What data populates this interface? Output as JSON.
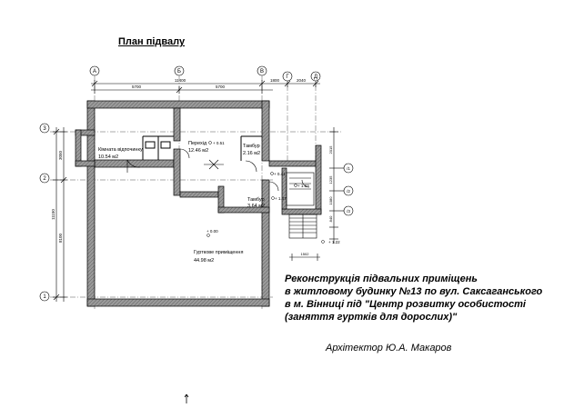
{
  "title": "План підвалу",
  "axes": {
    "letters": [
      "А",
      "Б",
      "В",
      "Г",
      "Д"
    ],
    "numbers": [
      "3",
      "2",
      "1"
    ],
    "right_marks": [
      "/1",
      "/2",
      "/3"
    ]
  },
  "dimensions": {
    "top_total": "11400",
    "top_ab": "5700",
    "top_bv": "5700",
    "top_vg": "1800",
    "top_gd": "2040",
    "left_total": "11150",
    "left_32": "3050",
    "left_21": "8100",
    "right_a": "2015",
    "right_b": "1235",
    "right_c": "1080",
    "right_d": "840",
    "bottom_stair": "1502"
  },
  "rooms": [
    {
      "name": "Кімната відпочинку",
      "area": "10.54 м2"
    },
    {
      "name": "Перехід",
      "area": "12.46 м2"
    },
    {
      "name": "Тамбур",
      "area": "2.16 м2"
    },
    {
      "name": "Тамбур",
      "area": "3.64 м2"
    },
    {
      "name": "Гурткове приміщення",
      "area": "44.98 м2"
    }
  ],
  "levels": {
    "l1": "+ 0.51",
    "l2": "+ 0.00",
    "l3": "+ 0.41",
    "l4": "+ 1.03",
    "l5": "+ 1.22",
    "l6": "+ 1.47"
  },
  "description": [
    "Реконструкція підвальних приміщень",
    "в житловому будинку №13 по вул. Саксаганського",
    "в м. Вінниці під \"Центр розвитку особистості",
    "(заняття гуртків для дорослих)\""
  ],
  "author": "Архітектор Ю.А. Макаров"
}
